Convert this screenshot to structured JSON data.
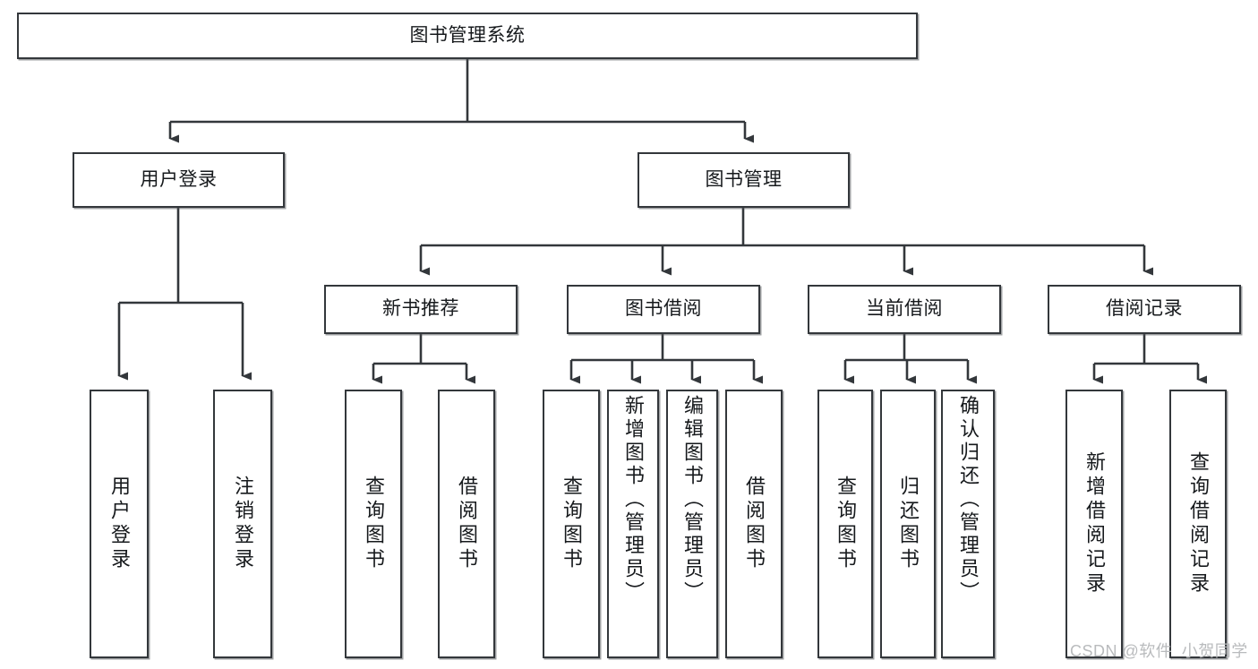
{
  "diagram": {
    "type": "hierarchy-tree",
    "title_node": {
      "label": "图书管理系统"
    },
    "level2": [
      {
        "label": "用户登录"
      },
      {
        "label": "图书管理"
      }
    ],
    "level3": [
      {
        "label": "新书推荐"
      },
      {
        "label": "图书借阅"
      },
      {
        "label": "当前借阅"
      },
      {
        "label": "借阅记录"
      }
    ],
    "leaves": {
      "user_login": [
        {
          "label": "用户登录"
        },
        {
          "label": "注销登录"
        }
      ],
      "new_book_recommend": [
        {
          "label": "查询图书"
        },
        {
          "label": "借阅图书"
        }
      ],
      "book_borrow": [
        {
          "label": "查询图书"
        },
        {
          "label": "新增图书（管理员）"
        },
        {
          "label": "编辑图书（管理员）"
        },
        {
          "label": "借阅图书"
        }
      ],
      "current_borrow": [
        {
          "label": "查询图书"
        },
        {
          "label": "归还图书"
        },
        {
          "label": "确认归还（管理员）"
        }
      ],
      "borrow_record": [
        {
          "label": "新增借阅记录"
        },
        {
          "label": "查询借阅记录"
        }
      ]
    }
  },
  "watermark": {
    "text": "CSDN @软件_小贺同学"
  },
  "colors": {
    "stroke": "#33373b",
    "text": "#16191c",
    "background": "#ffffff",
    "watermark": "#b9bbbd"
  }
}
